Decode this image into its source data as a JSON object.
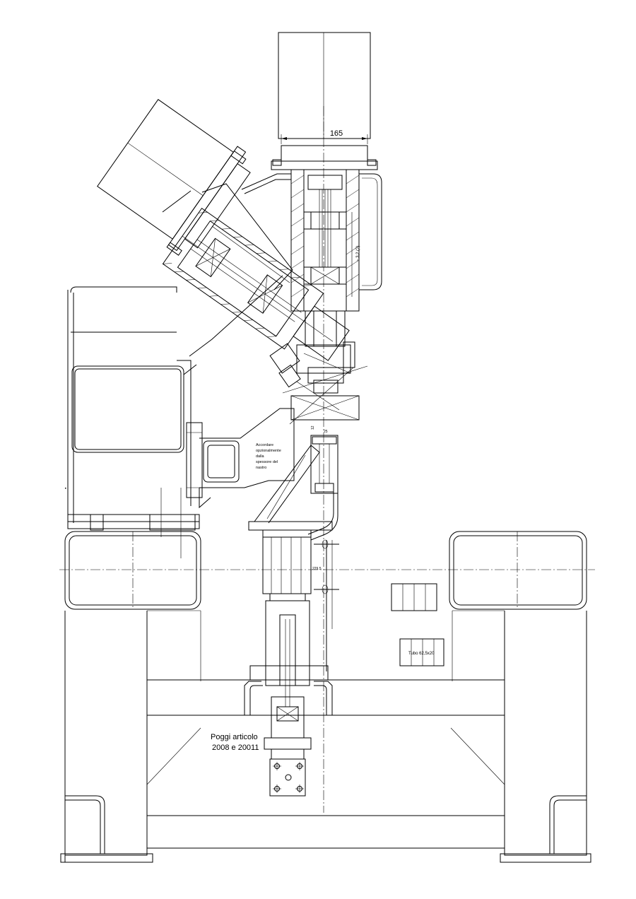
{
  "drawing": {
    "dimension_width": "165",
    "dimension_vertical_1": "~ 3,2 (?)",
    "dimension_vertical_2": "12",
    "dimension_vertical_3": "25",
    "dimension_horizontal_small": "229.5",
    "note_adjust": [
      "Accordare",
      "opzionalmente",
      "dalla",
      "spessore del",
      "nastro"
    ],
    "tube_label": "Tubo 62,5x20",
    "article_label_line1": "Poggi articolo",
    "article_label_line2": "2008 e 20011"
  }
}
